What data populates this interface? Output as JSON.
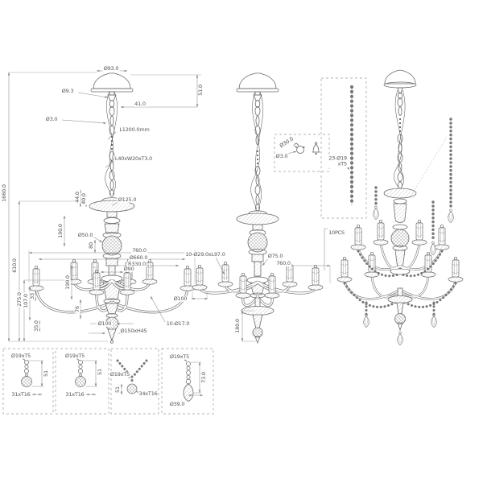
{
  "meta": {
    "background": "#ffffff",
    "line_color": "#6a6a6a",
    "dim_color": "#8a8a8a",
    "text_color": "#555555"
  },
  "left": {
    "canopy_dia": "Ø93.0",
    "canopy_h": "51.0",
    "offset_41": "41.0",
    "loop_dia": "Ø9.3",
    "wire_dia": "Ø3.0",
    "chain_len": "L1200.0mm",
    "link_spec": "L40xW20xT3.0",
    "bobeche_dia": "Ø125.0",
    "dim_44": "44.0",
    "dim_40": "40.0",
    "col_h": "190.0",
    "ball_dia": "Ø50.0",
    "dim_80": "80",
    "spread": "760.0",
    "dia_660": "Ø660.0",
    "rad_330": "R330.0",
    "hub_dia": "Ø90",
    "total_h": "1660.0",
    "body_h": "610.0",
    "dim_275": "275.0",
    "dim_107": "107.0",
    "dim_33": "33",
    "dim_35": "35.0",
    "candle_h": "190.0",
    "dim_76": "76",
    "stem_dia": "Ø100",
    "finial": "Ø150xH45",
    "holes": "10-Ø17.0"
  },
  "middle": {
    "sleeve_spec": "10-Ø29.0xL97.0",
    "top_dia": "Ø75.0",
    "spread": "760.0",
    "cup_dia": "Ø100",
    "bottom_h": "180.0",
    "hook": {
      "ring_dia": "Ø30.0",
      "wire_dia": "Ø3.0"
    }
  },
  "right": {
    "strand_spec": "23-Ø19 xT5",
    "garland_qty": "10PCS"
  },
  "boxes": [
    {
      "bead": "Ø19xT5",
      "len": "51",
      "part": "31xT16"
    },
    {
      "bead": "Ø19xT5",
      "len": "51",
      "part": "31xT16"
    },
    {
      "bead": "Ø19xT5",
      "len": "51",
      "part": "34xT16"
    },
    {
      "bead": "Ø19xT5",
      "len": "73.0",
      "part": "Ø39.0"
    }
  ]
}
